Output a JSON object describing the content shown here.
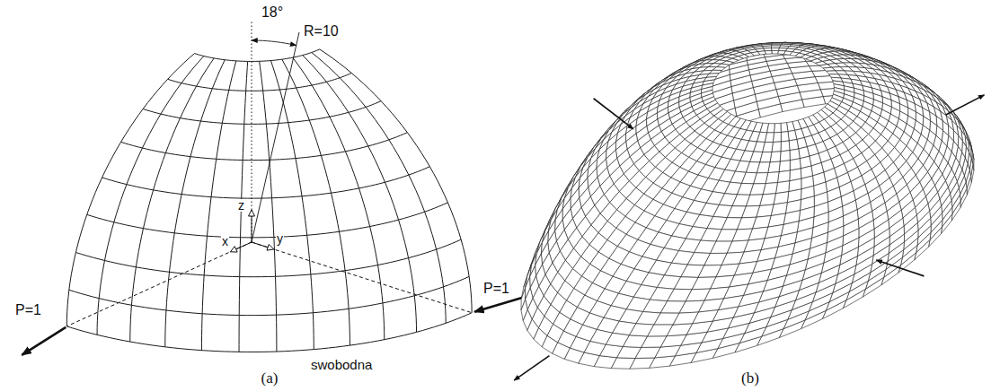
{
  "diagram": {
    "labels": [
      "18°",
      "R=10",
      "z",
      "x",
      "y",
      "P=1",
      "P=1",
      "swobodna",
      "(a)",
      "(b)"
    ]
  }
}
